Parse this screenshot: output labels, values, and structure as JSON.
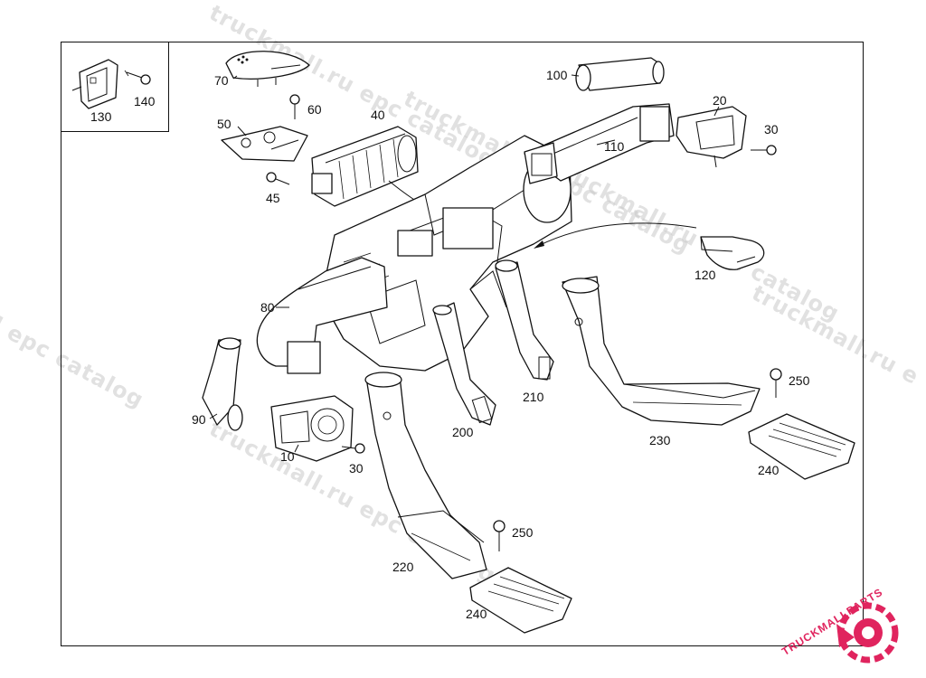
{
  "watermarks": [
    "truckmall.ru epc catalog",
    "truckmall.ru epc catalog",
    "truckmall.ru epc catalog",
    "truckmall.ru epc catalog",
    "truckmall.ru e",
    "l epc catalog"
  ],
  "logo": {
    "text": "TRUCKMALLPARTS",
    "accent": "#e0245e"
  },
  "callouts": {
    "p10": "10",
    "p20": "20",
    "p30a": "30",
    "p30b": "30",
    "p40": "40",
    "p45": "45",
    "p50": "50",
    "p60": "60",
    "p70": "70",
    "p80": "80",
    "p90": "90",
    "p100": "100",
    "p110": "110",
    "p120": "120",
    "p130": "130",
    "p140": "140",
    "p200": "200",
    "p210": "210",
    "p220": "220",
    "p230": "230",
    "p240a": "240",
    "p240b": "240",
    "p250a": "250",
    "p250b": "250"
  }
}
